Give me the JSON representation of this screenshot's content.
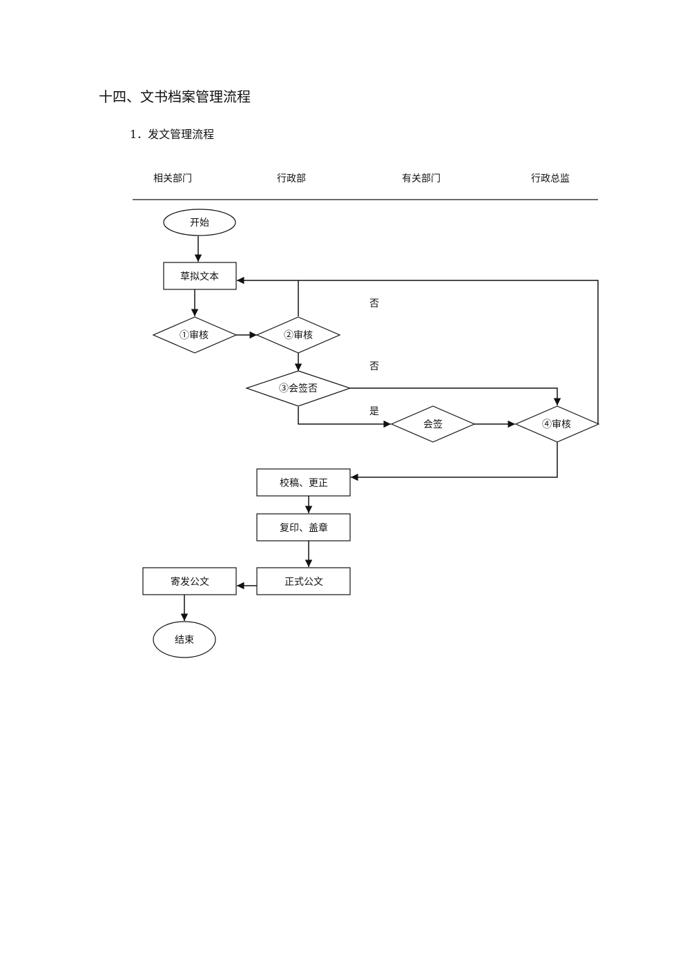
{
  "heading": "十四、文书档案管理流程",
  "subheading": "1．发文管理流程",
  "lanes": [
    "相关部门",
    "行政部",
    "有关部门",
    "行政总监"
  ],
  "nodes": {
    "start": "开始",
    "draft": "草拟文本",
    "review1": "①审核",
    "review2": "②审核",
    "countersign_q": "③会签否",
    "countersign": "会签",
    "review4": "④审核",
    "proofread": "校稿、更正",
    "copy_seal": "复印、盖章",
    "formal": "正式公文",
    "send": "寄发公文",
    "end": "结束"
  },
  "edge_labels": {
    "no_upper": "否",
    "no_lower": "否",
    "yes": "是"
  }
}
